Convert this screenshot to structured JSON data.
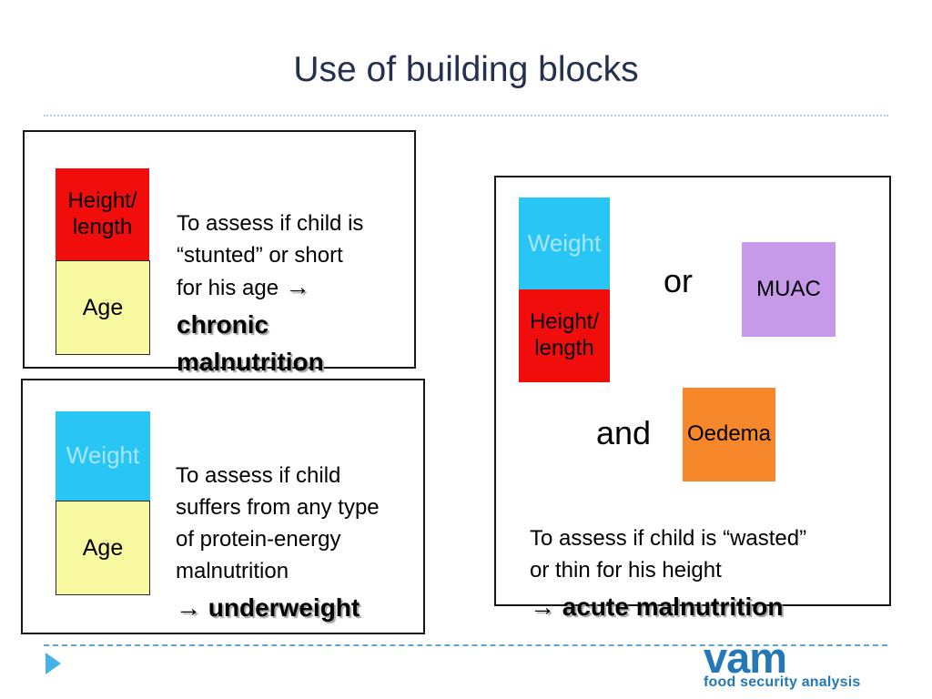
{
  "slide": {
    "title": "Use of building blocks"
  },
  "colors": {
    "title_text": "#25304e",
    "red_block": "#f20d0d",
    "yellow_block": "#f8f8a0",
    "cyan_block": "#29c5f5",
    "purple_block": "#c69ae9",
    "orange_block": "#f6882b",
    "weight_label_text": "#a7e7fc",
    "body_text": "#000000",
    "panel_border": "#161616",
    "dotted_separator": "#b4cbe6",
    "dashed_separator": "#5da5d3",
    "footer_triangle": "#47b2e8",
    "logo_blue": "#2478b5"
  },
  "panel_chronic": {
    "blocks": [
      {
        "label": "Height/\nlength",
        "color": "#f20d0d"
      },
      {
        "label": "Age",
        "color": "#f8f8a0"
      }
    ],
    "text_normal": "To assess if child is\n“stunted” or short\nfor his age",
    "arrow": " →",
    "text_bold": "chronic\nmalnutrition"
  },
  "panel_underweight": {
    "blocks": [
      {
        "label": "Weight",
        "color": "#29c5f5"
      },
      {
        "label": "Age",
        "color": "#f8f8a0"
      }
    ],
    "text_normal": "To assess if child\nsuffers from any type\nof protein-energy\nmalnutrition",
    "text_bold": "→ underweight"
  },
  "panel_acute": {
    "blocks": [
      {
        "label": "Weight",
        "color": "#29c5f5"
      },
      {
        "label": "Height/\nlength",
        "color": "#f20d0d"
      },
      {
        "label": "MUAC",
        "color": "#c69ae9"
      },
      {
        "label": "Oedema",
        "color": "#f6882b"
      }
    ],
    "or_label": "or",
    "and_label": "and",
    "text_normal": "To assess if child is “wasted”\nor thin for his height",
    "text_bold": "→ acute malnutrition"
  },
  "footer": {
    "logo_main": "vam",
    "logo_tagline": "food security analysis"
  }
}
